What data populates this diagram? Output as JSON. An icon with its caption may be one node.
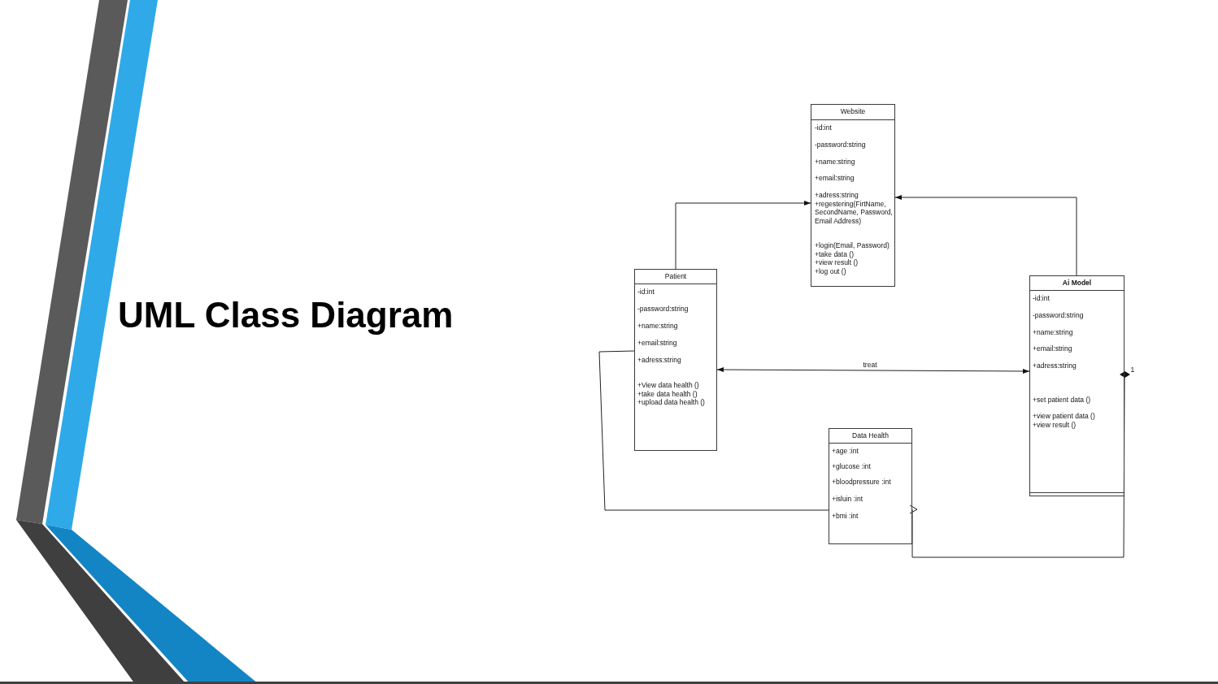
{
  "diagram": {
    "title": "UML Class Diagram",
    "nodes": [
      {
        "text": [
          "Website",
          "-id:int",
          "-password:string",
          "+name:string",
          "+email:string",
          "+adress:string",
          "+regestering(FirtName, SecondName, Password, Email Address)",
          "+login(Email, Password)",
          "+take data ()",
          "+view result ()",
          "+log out ()"
        ]
      },
      {
        "text": [
          "Patient",
          "-id:int",
          "-password:string",
          "+name:string",
          "+email:string",
          "+adress:string",
          "+View data health ()",
          "+take data health ()",
          "+upload data health ()"
        ]
      },
      {
        "text": [
          "Ai Model",
          "-id:int",
          "-password:string",
          "+name:string",
          "+email:string",
          "+adress:string",
          "+set patient data ()",
          "+view patient data ()",
          "+view result ()"
        ]
      },
      {
        "text": [
          "Data Health",
          "+age :int",
          "+glucose :int",
          "+bloodpressure :int",
          "+isluin :int",
          "+bmi :int"
        ]
      }
    ],
    "edges": [
      {
        "from": 1,
        "to": 0,
        "arrow": "to"
      },
      {
        "from": 2,
        "to": 0,
        "arrow": "to"
      },
      {
        "from": 1,
        "to": 2,
        "arrow": "both",
        "label": "treat"
      },
      {
        "from": 1,
        "to": 3,
        "arrow": "none"
      },
      {
        "from": 2,
        "to": 3,
        "arrow": "to",
        "label": "1"
      }
    ]
  }
}
